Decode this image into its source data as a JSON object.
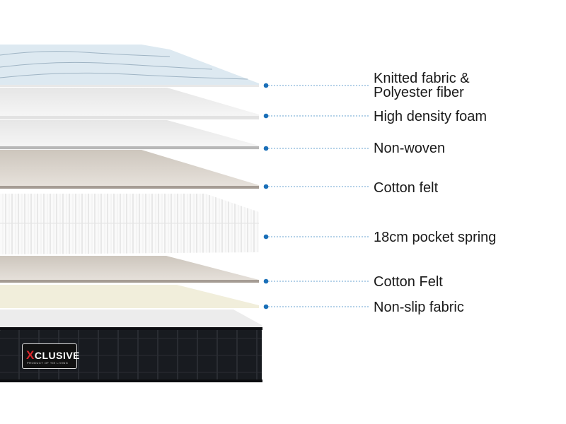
{
  "layers": [
    {
      "label_line1": "Knitted fabric &",
      "label_line2": "Polyester fiber"
    },
    {
      "label": "High density foam"
    },
    {
      "label": "Non-woven"
    },
    {
      "label": "Cotton felt"
    },
    {
      "label": "18cm pocket spring"
    },
    {
      "label": "Cotton Felt"
    },
    {
      "label": "Non-slip fabric"
    }
  ],
  "brand": {
    "name_first": "X",
    "name_rest": "CLUSIVE",
    "tagline": "PRODUCT OF TIE LIVING"
  },
  "colors": {
    "dot": "#1a6fb8",
    "leader": "#6aa3d0",
    "mattress": "#15181c"
  }
}
